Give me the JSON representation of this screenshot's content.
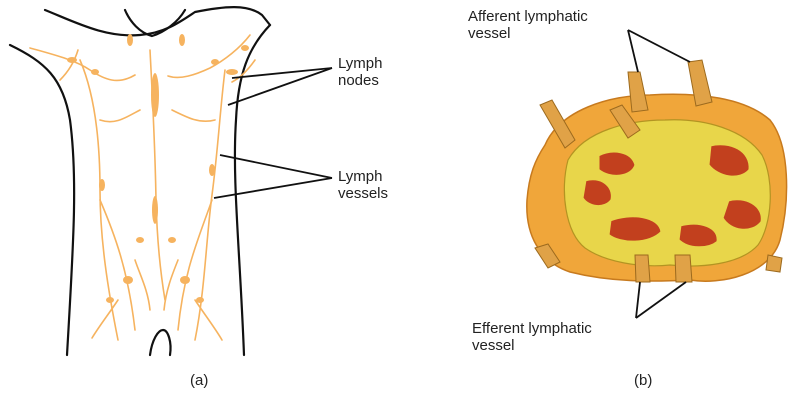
{
  "panel_a": {
    "caption": "(a)",
    "labels": {
      "lymph_nodes_line1": "Lymph",
      "lymph_nodes_line2": "nodes",
      "lymph_vessels_line1": "Lymph",
      "lymph_vessels_line2": "vessels"
    }
  },
  "panel_b": {
    "caption": "(b)",
    "labels": {
      "afferent_line1": "Afferent lymphatic",
      "afferent_line2": "vessel",
      "efferent_line1": "Efferent lymphatic",
      "efferent_line2": "vessel"
    }
  },
  "colors": {
    "lymph_vessel": "#f6b35f",
    "body_outline": "#111111",
    "node_outer": "#f0a63a",
    "node_inner": "#e8d64a",
    "follicle": "#c2401e"
  }
}
